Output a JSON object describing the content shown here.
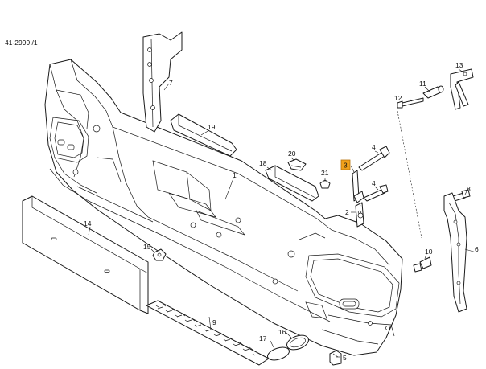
{
  "drawing_number": "41-2999 /1",
  "callouts": {
    "c1": "1",
    "c2": "2",
    "c3": "3",
    "c4": "4",
    "c5": "5",
    "c6": "6",
    "c7": "7",
    "c8": "8",
    "c9": "9",
    "c10": "10",
    "c11": "11",
    "c12": "12",
    "c13": "13",
    "c14": "14",
    "c15": "15",
    "c16": "16",
    "c17": "17",
    "c18": "18",
    "c19": "19",
    "c20": "20",
    "c21": "21"
  },
  "highlighted_callout": "3",
  "highlight_color": "#f2a11a"
}
